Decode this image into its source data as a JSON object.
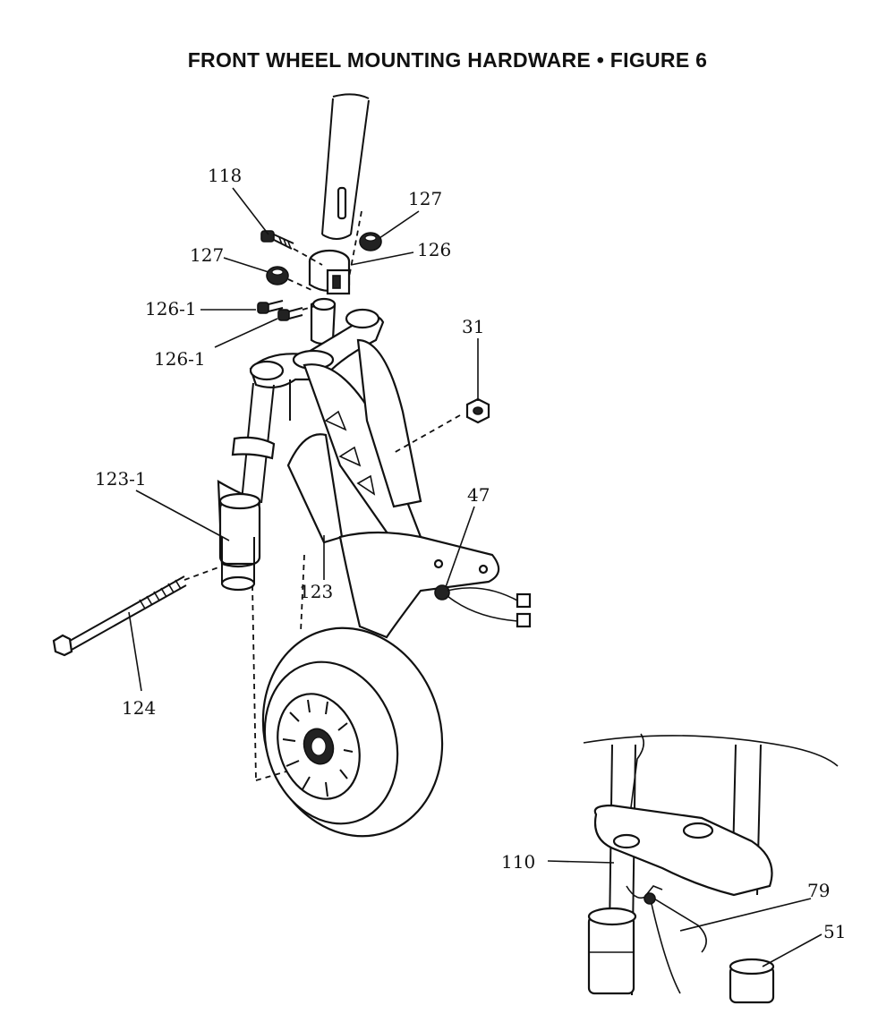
{
  "title": "FRONT WHEEL MOUNTING HARDWARE  •  FIGURE 6",
  "callouts": {
    "c118": "118",
    "c127a": "127",
    "c127b": "127",
    "c126": "126",
    "c126_1a": "126-1",
    "c126_1b": "126-1",
    "c31": "31",
    "c123_1": "123-1",
    "c47": "47",
    "c123": "123",
    "c124": "124",
    "c110": "110",
    "c79": "79",
    "c51": "51"
  }
}
